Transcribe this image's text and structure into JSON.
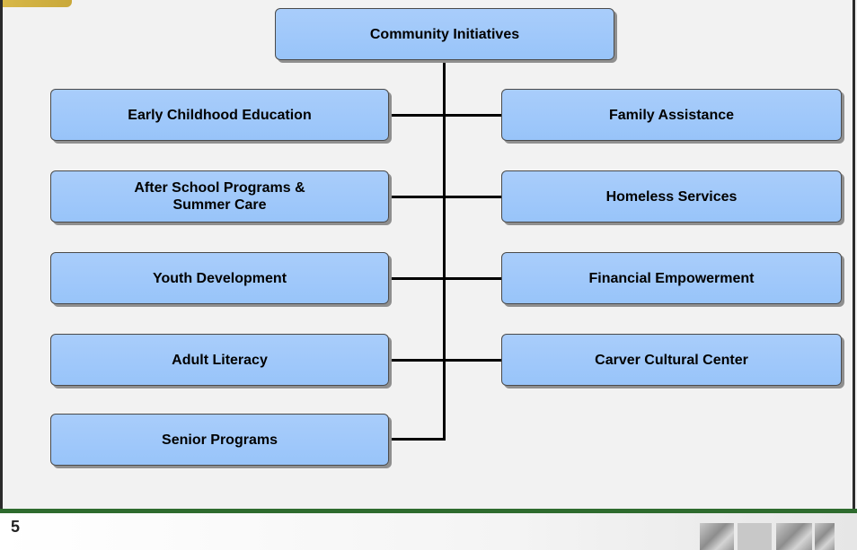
{
  "org_chart": {
    "root": {
      "label": "Community Initiatives"
    },
    "left_boxes": [
      {
        "label": "Early Childhood Education"
      },
      {
        "line1": "After School Programs &",
        "line2": "Summer Care"
      },
      {
        "label": "Youth Development"
      },
      {
        "label": "Adult Literacy"
      },
      {
        "label": "Senior Programs"
      }
    ],
    "right_boxes": [
      {
        "label": "Family Assistance"
      },
      {
        "label": "Homeless Services"
      },
      {
        "label": "Financial Empowerment"
      },
      {
        "label": "Carver Cultural Center"
      }
    ]
  },
  "footer": {
    "page_number": "5"
  },
  "colors": {
    "box_fill": "#a0c8fa",
    "connector": "#000000",
    "footer_band": "#2e6b2e",
    "accent": "#d8b848"
  }
}
